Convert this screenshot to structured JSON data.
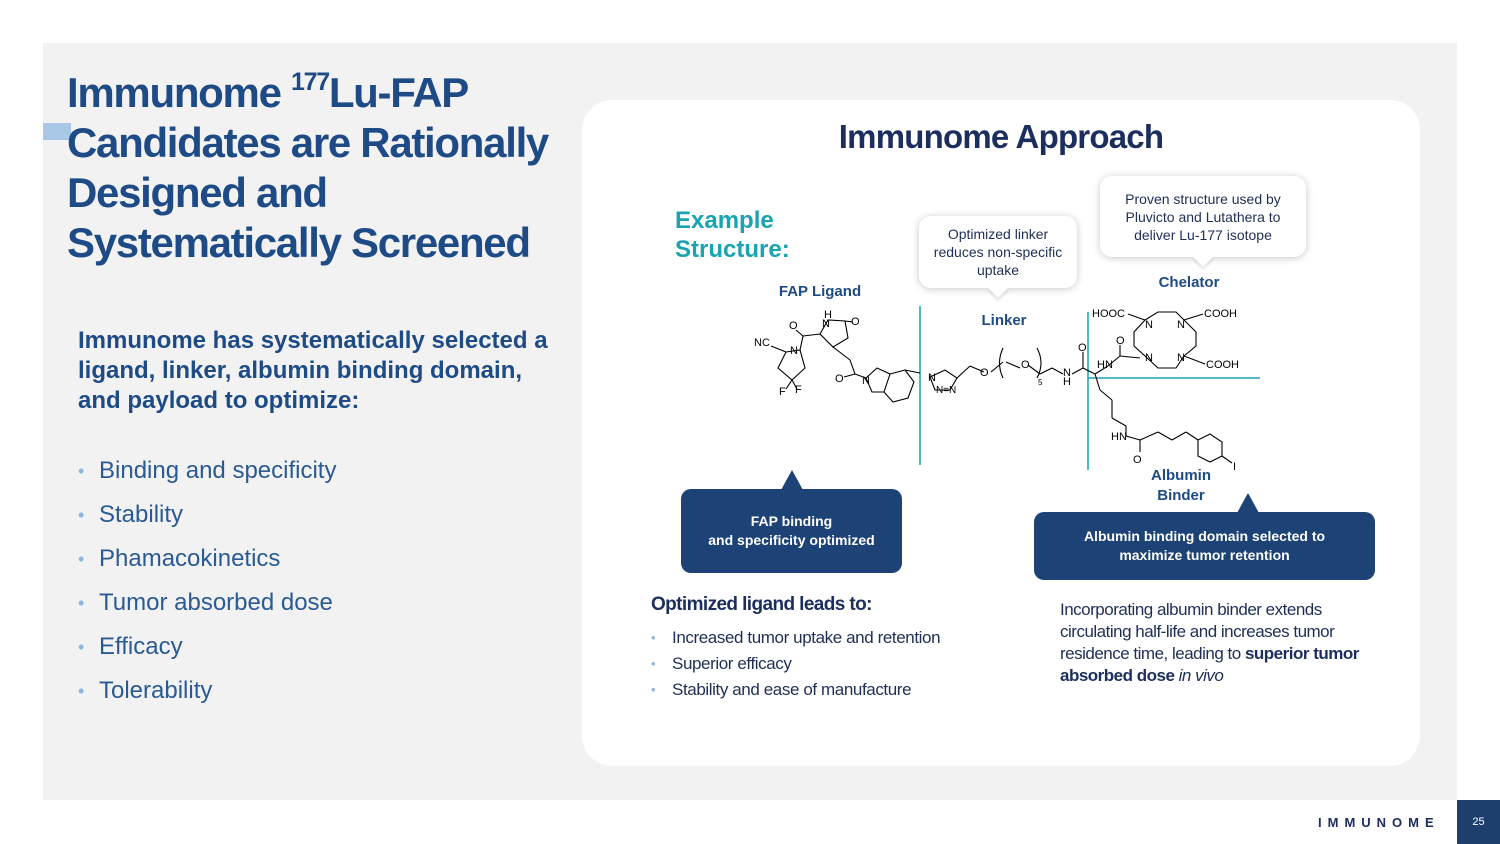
{
  "title": {
    "line1_pre": "Immunome ",
    "line1_sup": "177",
    "line1_post": "Lu-FAP",
    "line2": "Candidates are Rationally",
    "line3": "Designed and",
    "line4": "Systematically Screened"
  },
  "subtitle": "Immunome has systematically selected a ligand, linker, albumin binding domain, and payload to optimize:",
  "left_bullets": [
    "Binding and specificity",
    "Stability",
    "Phamacokinetics",
    "Tumor absorbed dose",
    "Efficacy",
    "Tolerability"
  ],
  "approach": {
    "title": "Immunome Approach",
    "example_label_1": "Example",
    "example_label_2": "Structure:",
    "linker_bubble": "Optimized linker reduces non-specific uptake",
    "chelator_bubble": "Proven structure used by Pluvicto and Lutathera to deliver Lu-177 isotope",
    "labels": {
      "fap_ligand": "FAP Ligand",
      "linker": "Linker",
      "chelator": "Chelator",
      "albumin_1": "Albumin",
      "albumin_2": "Binder"
    },
    "structure_text": {
      "nc": "NC",
      "n1": "N",
      "o1": "O",
      "h1": "H",
      "n2": "N",
      "o2": "O",
      "f1": "F",
      "f2": "F",
      "o3": "O",
      "n3": "N",
      "triazole_n1": "N",
      "triazole_n2": "N=N",
      "o_ether1": "O",
      "o_ether2": "O",
      "peg_n": "5",
      "amide_n": "N",
      "amide_h": "H",
      "amide_o": "O",
      "hooc": "HOOC",
      "cooh1": "COOH",
      "cooh2": "COOH",
      "ring_n1": "N",
      "ring_n2": "N",
      "ring_n3": "N",
      "ring_n4": "N",
      "hn1": "HN",
      "o_chel": "O",
      "hn2": "HN",
      "o_alb": "O",
      "iodo": "I"
    },
    "callout_fap_1": "FAP binding",
    "callout_fap_2": "and specificity optimized",
    "callout_albumin_1": "Albumin binding domain selected to",
    "callout_albumin_2": "maximize tumor retention",
    "benefits_head": "Optimized ligand leads to:",
    "benefits": [
      "Increased tumor uptake and retention",
      "Superior efficacy",
      "Stability and ease of manufacture"
    ],
    "albumin_text_pre": "Incorporating albumin binder extends circulating half-life and increases tumor residence time, leading to ",
    "albumin_text_bold": "superior tumor absorbed dose",
    "albumin_text_italic": "in vivo"
  },
  "footer": {
    "brand": "IMMUNOME",
    "page_number": "25"
  },
  "colors": {
    "navy": "#1e4b86",
    "dark_navy": "#1c4276",
    "teal": "#1aa3b0",
    "bullet_dot": "#8fb3db",
    "background": "#f2f2f2"
  },
  "bullet_icon": "•"
}
